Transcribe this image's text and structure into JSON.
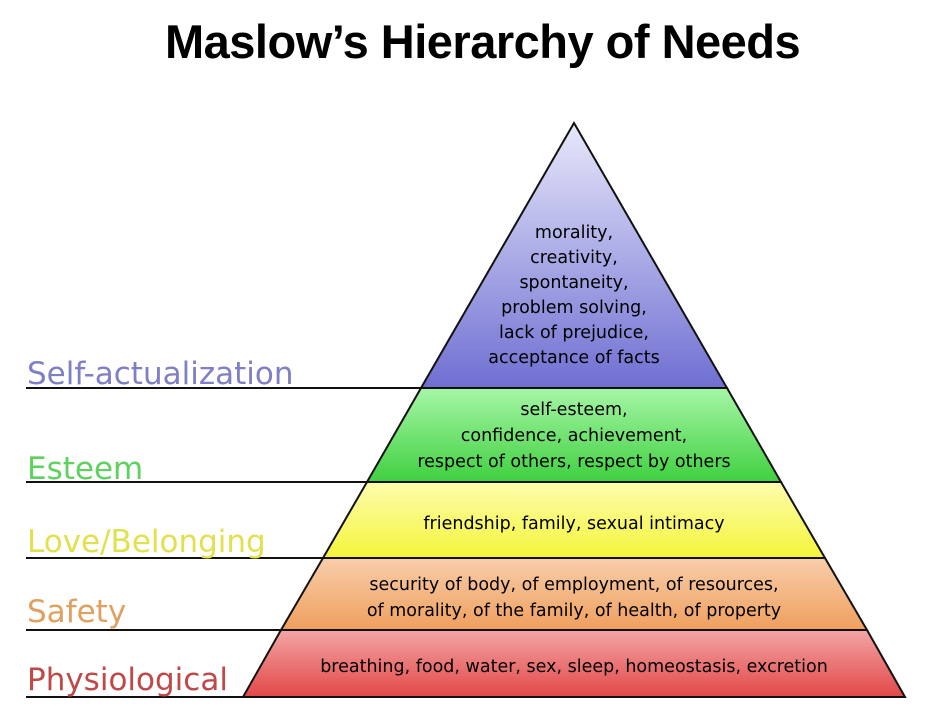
{
  "title": "Maslow’s Hierarchy of Needs",
  "levels": [
    {
      "name": "Self-actualization",
      "color": "#7a7ad6",
      "label_color": "#7f7fc6",
      "lines": [
        "morality,",
        "creativity,",
        "spontaneity,",
        "problem solving,",
        "lack of prejudice,",
        "acceptance of facts"
      ]
    },
    {
      "name": "Esteem",
      "color": "#6ee66e",
      "label_color": "#5fd15f",
      "lines": [
        "self-esteem,",
        "confidence, achievement,",
        "respect of others, respect by others"
      ]
    },
    {
      "name": "Love/Belonging",
      "color": "#fafa6e",
      "label_color": "#e1e14f",
      "lines": [
        "friendship, family, sexual intimacy"
      ]
    },
    {
      "name": "Safety",
      "color": "#f4b27a",
      "label_color": "#e0a160",
      "lines": [
        "security of body, of employment, of resources,",
        "of morality, of the family, of health, of property"
      ]
    },
    {
      "name": "Physiological",
      "color": "#ea6868",
      "label_color": "#c04848",
      "lines": [
        "breathing, food, water, sex, sleep, homeostasis, excretion"
      ]
    }
  ]
}
